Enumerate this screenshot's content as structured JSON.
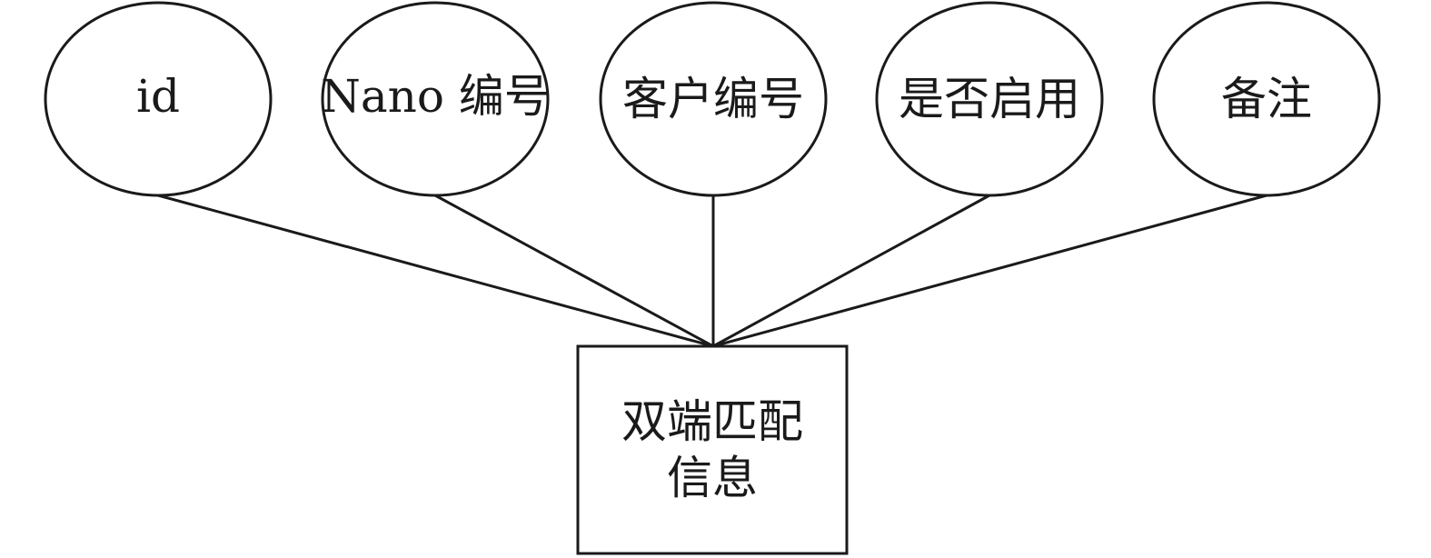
{
  "diagram": {
    "entity": {
      "name_line1": "双端匹配",
      "name_line2": "信息"
    },
    "attributes": [
      {
        "label": "id"
      },
      {
        "label": "Nano 编号"
      },
      {
        "label": "客户编号"
      },
      {
        "label": "是否启用"
      },
      {
        "label": "备注"
      }
    ]
  }
}
